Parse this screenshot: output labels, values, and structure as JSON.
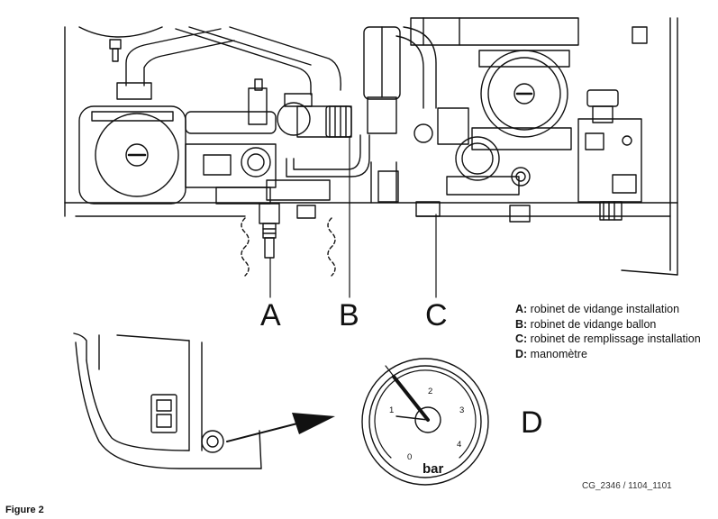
{
  "callouts": {
    "a": "A",
    "b": "B",
    "c": "C",
    "d": "D"
  },
  "legend": [
    {
      "key": "A:",
      "text": " robinet de vidange installation"
    },
    {
      "key": "B:",
      "text": " robinet de vidange ballon"
    },
    {
      "key": "C:",
      "text": " robinet de remplissage installation"
    },
    {
      "key": "D:",
      "text": " manomètre"
    }
  ],
  "gauge": {
    "scale": [
      "0",
      "1",
      "2",
      "3",
      "4"
    ],
    "unit": "bar"
  },
  "reference": "CG_2346 / 1104_1101",
  "figure_caption": "Figure 2"
}
